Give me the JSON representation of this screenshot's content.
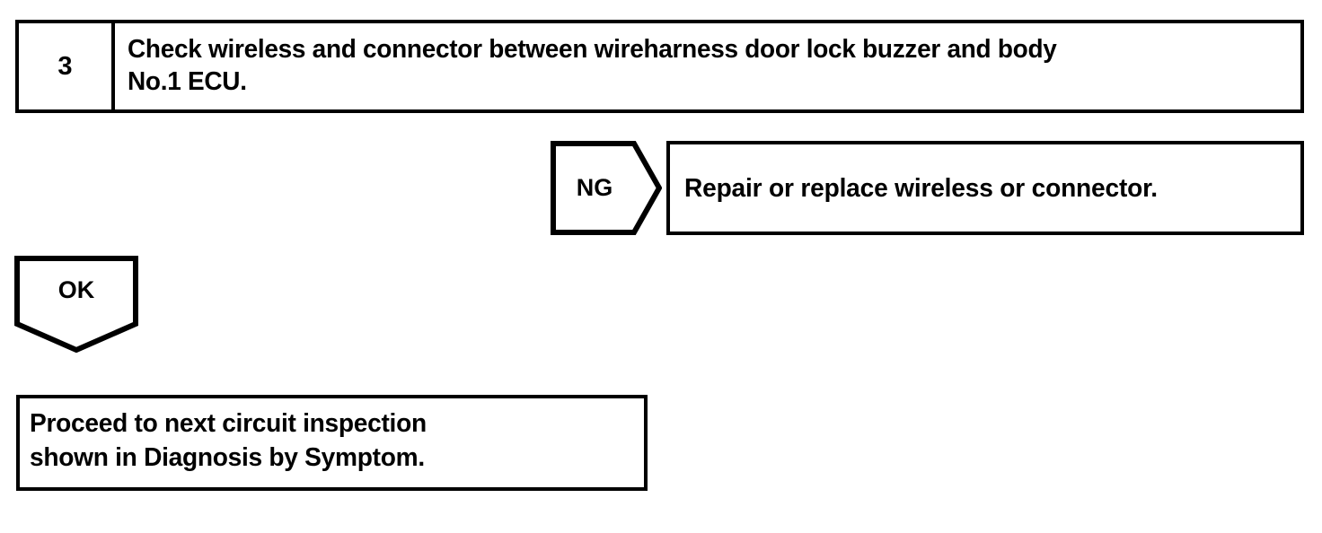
{
  "document": {
    "type": "troubleshooting-flowchart",
    "colors": {
      "ink": "#000000",
      "paper": "#ffffff"
    }
  },
  "step": {
    "number": "3",
    "instruction": "Check wireless and connector between wireharness door lock buzzer and body\nNo.1 ECU."
  },
  "branches": {
    "ng": {
      "label": "NG",
      "result": "Repair or replace wireless or connector."
    },
    "ok": {
      "label": "OK"
    }
  },
  "final": {
    "text": "Proceed to next circuit inspection\n shown in Diagnosis by Symptom."
  }
}
